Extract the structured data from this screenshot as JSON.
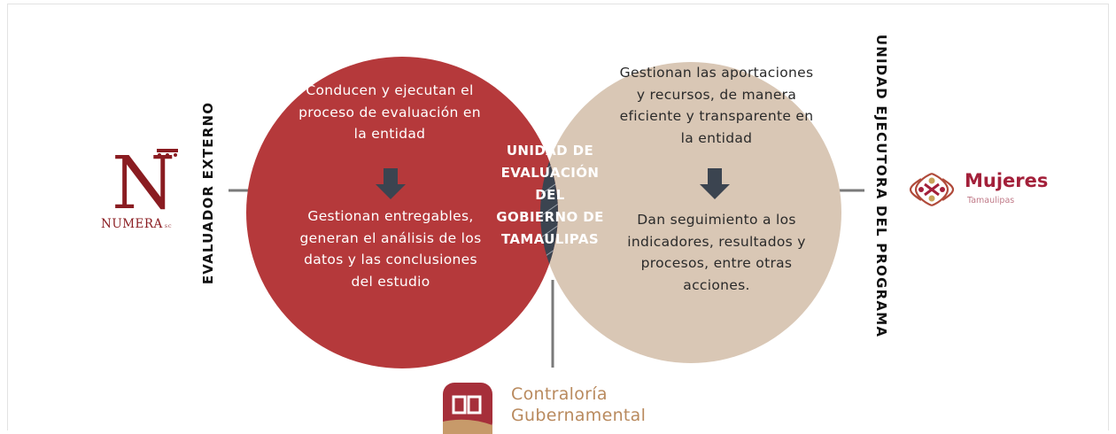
{
  "left_circle": {
    "top_text": "Conducen y ejecutan el proceso de evaluación en la entidad",
    "bottom_text": "Gestionan entregables, generan el análisis de los datos y las conclusiones del estudio"
  },
  "right_circle": {
    "top_text": "Gestionan las aportaciones y recursos, de manera eficiente y transparente en la entidad",
    "bottom_text": "Dan seguimiento a los indicadores, resultados y procesos, entre otras acciones."
  },
  "center": {
    "line1": "UNIDAD DE",
    "line2": "EVALUACIÓN",
    "line3": "DEL",
    "line4": "GOBIERNO DE",
    "line5": "TAMAULIPAS"
  },
  "labels": {
    "left": "EVALUADOR EXTERNO",
    "right": "UNIDAD EJECUTORA DEL PROGRAMA"
  },
  "logos": {
    "numera_letter": "N",
    "numera_name": "NUMERA",
    "numera_suffix": "SC",
    "mujeres_name": "Mujeres",
    "mujeres_sub": "Tamaulipas",
    "contraloria_line1": "Contraloría",
    "contraloria_line2": "Gubernamental"
  },
  "colors": {
    "left_circle": "#b5393b",
    "right_circle": "#d9c7b5",
    "intersection": "#3b4450",
    "arrow": "#3b4450",
    "connector": "#7a7a7a",
    "numera": "#8a1c21",
    "mujeres": "#a3203a",
    "contraloria": "#b98a5e"
  }
}
